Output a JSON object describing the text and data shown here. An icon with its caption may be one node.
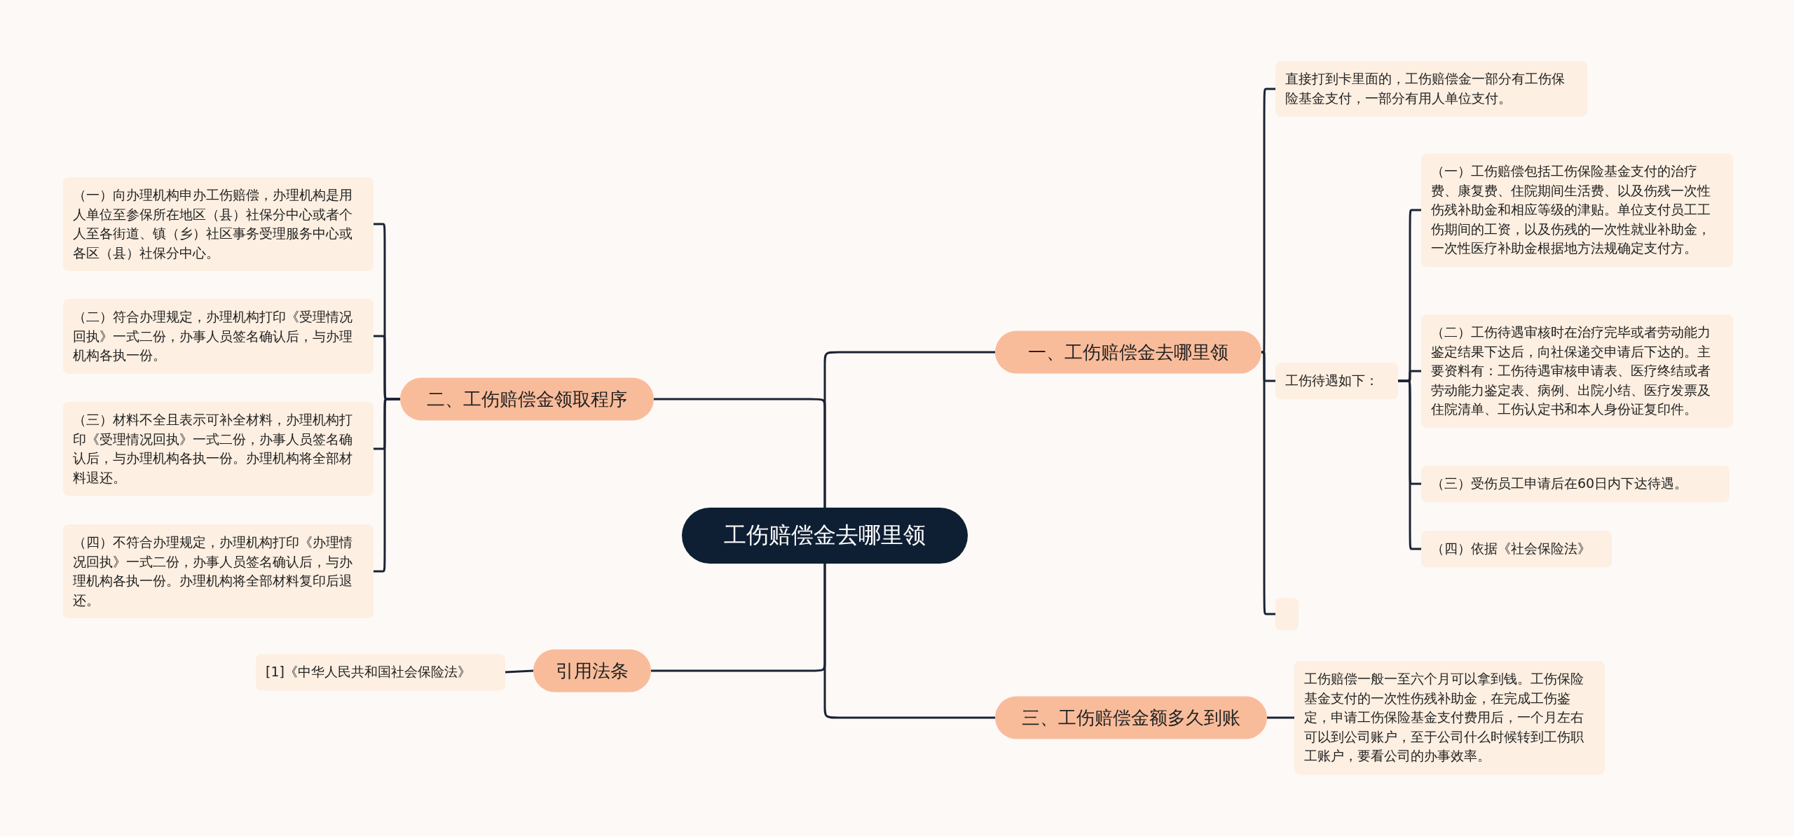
{
  "diagram": {
    "nodes": [
      {
        "text": [
          "工伤赔偿金去哪里领"
        ]
      },
      {
        "text": [
          "一、工伤赔偿金去哪里领"
        ]
      },
      {
        "text": [
          "直接打到卡里面的，工伤赔偿金一部分有工伤保险基金支付，一部分有用人单位支付。"
        ]
      },
      {
        "text": [
          "工伤待遇如下："
        ]
      },
      {
        "text": [
          "（一）工伤赔偿包括工伤保险基金支付的治疗费、康复费、住院期间生活费、以及伤残一次性伤残补助金和相应等级的津贴。单位支付员工工伤期间的工资，以及伤残的一次性就业补助金，一次性医疗补助金根据地方法规确定支付方。"
        ]
      },
      {
        "text": [
          "（二）工伤待遇审核时在治疗完毕或者劳动能力鉴定结果下达后，向社保递交申请后下达的。主要资料有：工伤待遇审核申请表、医疗终结或者劳动能力鉴定表、病例、出院小结、医疗发票及住院清单、工伤认定书和本人身份证复印件。"
        ]
      },
      {
        "text": [
          "（三）受伤员工申请后在60日内下达待遇。"
        ]
      },
      {
        "text": [
          "（四）依据《社会保险法》"
        ]
      },
      {
        "text": [],
        "shape": "box"
      },
      {
        "text": [
          "二、工伤赔偿金领取程序"
        ]
      },
      {
        "text": [
          "（一）向办理机构申办工伤赔偿，办理机构是用人单位至参保所在地区（县）社保分中心或者个人至各街道、镇（乡）社区事务受理服务中心或各区（县）社保分中心。"
        ]
      },
      {
        "text": [
          "（二）符合办理规定，办理机构打印《受理情况回执》一式二份，办事人员签名确认后，与办理机构各执一份。"
        ]
      },
      {
        "text": [
          "（三）材料不全且表示可补全材料，办理机构打印《受理情况回执》一式二份，办事人员签名确认后，与办理机构各执一份。办理机构将全部材料退还。"
        ]
      },
      {
        "text": [
          "（四）不符合办理规定，办理机构打印《办理情况回执》一式二份，办事人员签名确认后，与办理机构各执一份。办理机构将全部材料复印后退还。"
        ]
      },
      {
        "text": [
          "引用法条"
        ]
      },
      {
        "text": [
          "[1]《中华人民共和国社会保险法》"
        ]
      },
      {
        "text": [
          "三、工伤赔偿金额多久到账"
        ]
      },
      {
        "text": [
          "工伤赔偿一般一至六个月可以拿到钱。工伤保险基金支付的一次性伤残补助金，在完成工伤鉴定，申请工伤保险基金支付费用后，一个月左右可以到公司账户，至于公司什么时候转到工伤职工账户，要看公司的办事效率。"
        ]
      }
    ],
    "edges": [
      {
        "from": 0,
        "to": 1,
        "arrow": "none"
      },
      {
        "from": 1,
        "to": 2,
        "arrow": "none"
      },
      {
        "from": 1,
        "to": 3,
        "arrow": "none"
      },
      {
        "from": 3,
        "to": 4,
        "arrow": "none"
      },
      {
        "from": 3,
        "to": 5,
        "arrow": "none"
      },
      {
        "from": 3,
        "to": 6,
        "arrow": "none"
      },
      {
        "from": 3,
        "to": 7,
        "arrow": "none"
      },
      {
        "from": 1,
        "to": 8,
        "arrow": "none"
      },
      {
        "from": 0,
        "to": 9,
        "arrow": "none"
      },
      {
        "from": 9,
        "to": 10,
        "arrow": "none"
      },
      {
        "from": 9,
        "to": 11,
        "arrow": "none"
      },
      {
        "from": 9,
        "to": 12,
        "arrow": "none"
      },
      {
        "from": 9,
        "to": 13,
        "arrow": "none"
      },
      {
        "from": 0,
        "to": 14,
        "arrow": "none"
      },
      {
        "from": 14,
        "to": 15,
        "arrow": "none"
      },
      {
        "from": 0,
        "to": 16,
        "arrow": "none"
      },
      {
        "from": 16,
        "to": 17,
        "arrow": "none"
      }
    ]
  }
}
